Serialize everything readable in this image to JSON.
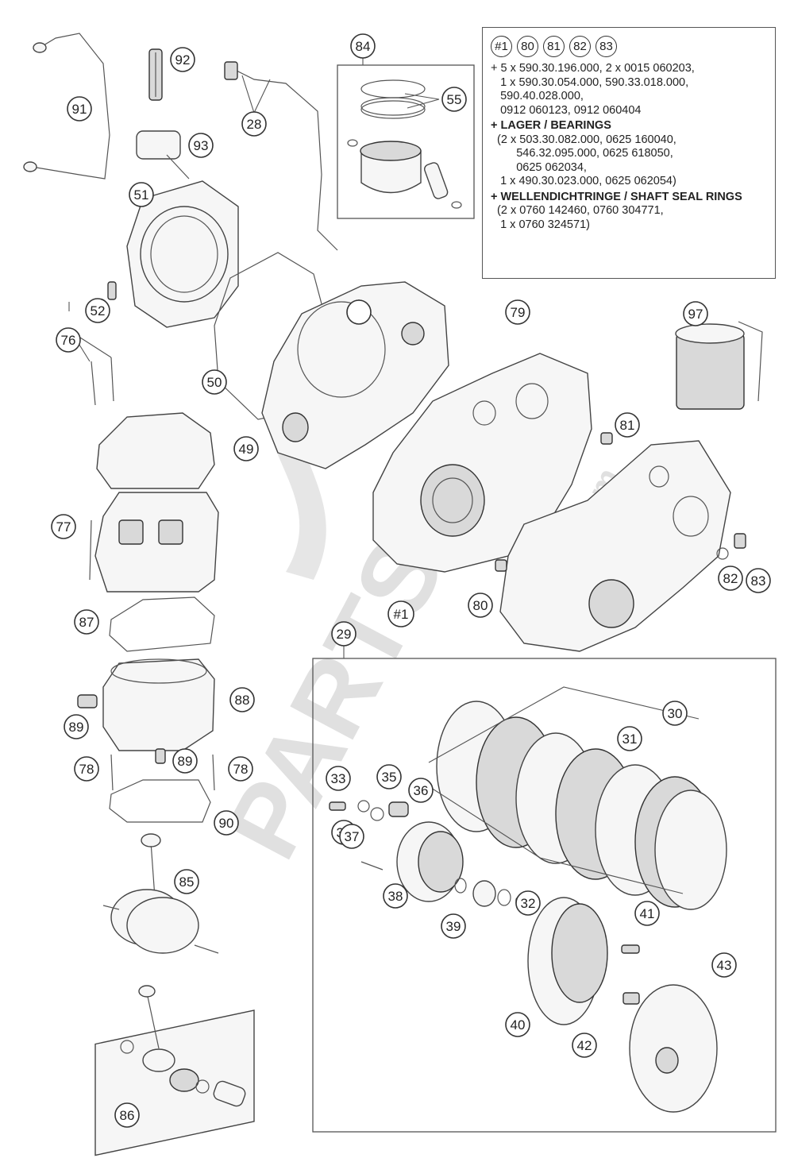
{
  "diagram": {
    "kit_refs": [
      "#1",
      "80",
      "81",
      "82",
      "83"
    ],
    "info_lines": [
      {
        "text": "+ 5 x 590.30.196.000, 2 x 0015 060203,",
        "bold": false
      },
      {
        "text": "   1 x 590.30.054.000, 590.33.018.000,",
        "bold": false
      },
      {
        "text": "   590.40.028.000,",
        "bold": false
      },
      {
        "text": "   0912 060123, 0912 060404",
        "bold": false
      },
      {
        "text": "+ LAGER / BEARINGS",
        "bold": true
      },
      {
        "text": "  (2 x 503.30.082.000, 0625 160040,",
        "bold": false
      },
      {
        "text": "        546.32.095.000, 0625 618050,",
        "bold": false
      },
      {
        "text": "        0625 062034,",
        "bold": false
      },
      {
        "text": "   1 x 490.30.023.000, 0625 062054)",
        "bold": false
      },
      {
        "text": "+ WELLENDICHTRINGE / SHAFT SEAL RINGS",
        "bold": true
      },
      {
        "text": "  (2 x 0760 142460, 0760 304771,",
        "bold": false
      },
      {
        "text": "   1 x 0760 324571)",
        "bold": false
      }
    ],
    "callouts": [
      "84",
      "92",
      "91",
      "55",
      "93",
      "28",
      "51",
      "52",
      "79",
      "97",
      "76",
      "50",
      "49",
      "81",
      "77",
      "83",
      "82",
      "80",
      "#1",
      "87",
      "29",
      "30",
      "88",
      "31",
      "89",
      "89",
      "78",
      "78",
      "90",
      "33",
      "35",
      "36",
      "85",
      "34",
      "32",
      "37",
      "38",
      "39",
      "41",
      "43",
      "40",
      "42",
      "86"
    ],
    "watermark": "PARTS",
    "watermark_suffix": ".com"
  }
}
